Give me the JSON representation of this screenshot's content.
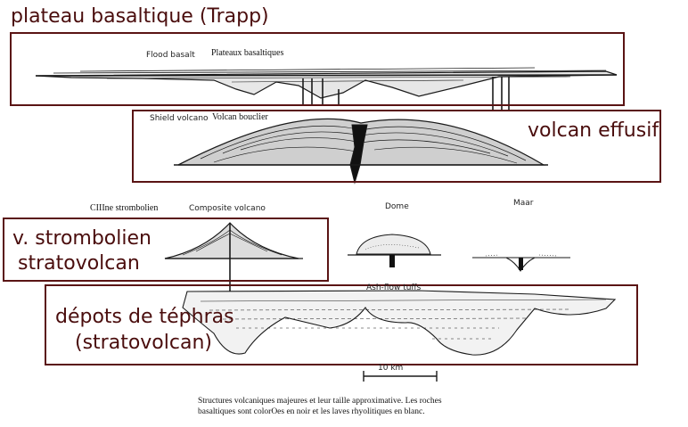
{
  "panels": {
    "flood": {
      "title": "plateau basaltique (Trapp)",
      "label_en": "Flood basalt",
      "label_fr": "Plateaux basaltiques"
    },
    "shield": {
      "title": "volcan effusif",
      "label_en": "Shield volcano",
      "label_fr": "Volcan bouclier"
    },
    "composite": {
      "title_line1": "v. strombolien",
      "title_line2": "stratovolcan",
      "label_en": "Composite volcano",
      "label_fr": "CIIIne strombolien"
    },
    "dome": {
      "label_en": "Dome"
    },
    "maar": {
      "label_en": "Maar"
    },
    "ashflow": {
      "title_line1": "dépots de téphras",
      "title_line2": "(stratovolcan)",
      "label_en": "Ash-flow tuffs"
    }
  },
  "scale": {
    "label": "10 km"
  },
  "caption": {
    "line1": "Structures volcaniques majeures et leur taille approximative. Les roches",
    "line2": "basaltiques sont colorOes en noir et les laves rhyolitiques en blanc."
  },
  "colors": {
    "annotation": "#4a0d0d",
    "box_border": "#5a1414",
    "ink": "#1a1a1a"
  }
}
